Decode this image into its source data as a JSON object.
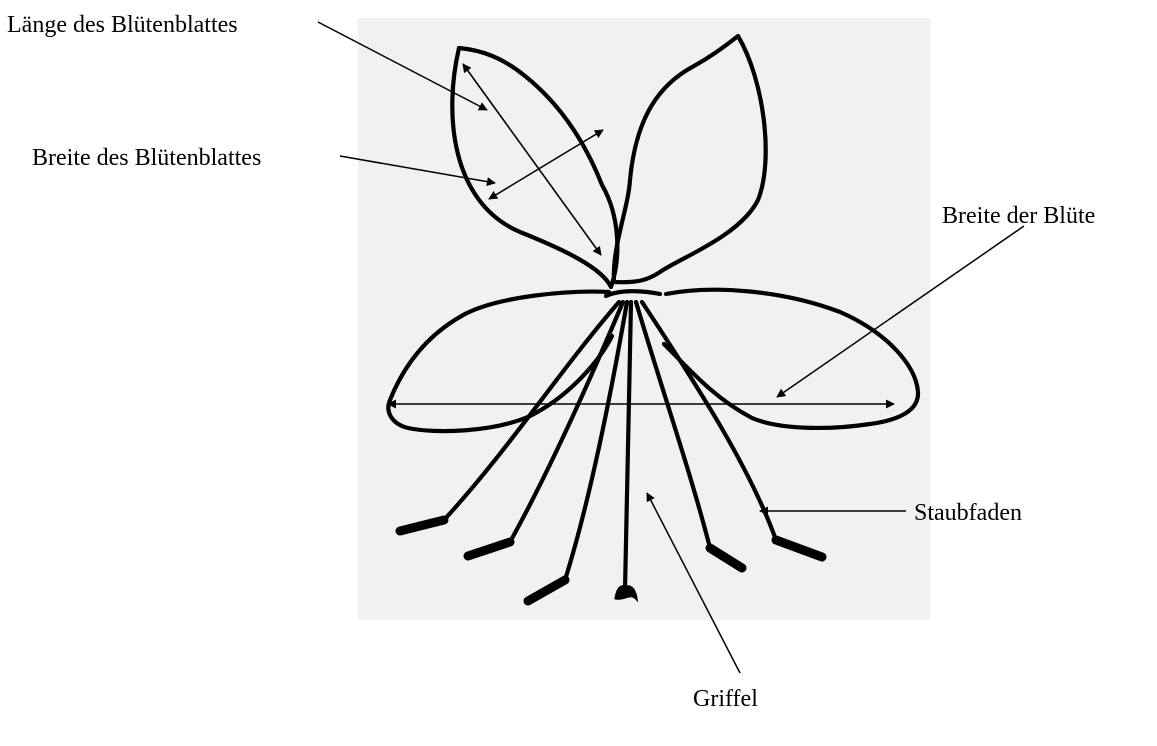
{
  "figure": {
    "labels": {
      "petal_length": "Länge des Blütenblattes",
      "petal_width": "Breite des Blütenblattes",
      "flower_width": "Breite der Blüte",
      "stamen": "Staubfaden",
      "style": "Griffel"
    },
    "colors": {
      "ink": "#000000",
      "paper": "#f1f1f1",
      "background": "#ffffff"
    }
  }
}
